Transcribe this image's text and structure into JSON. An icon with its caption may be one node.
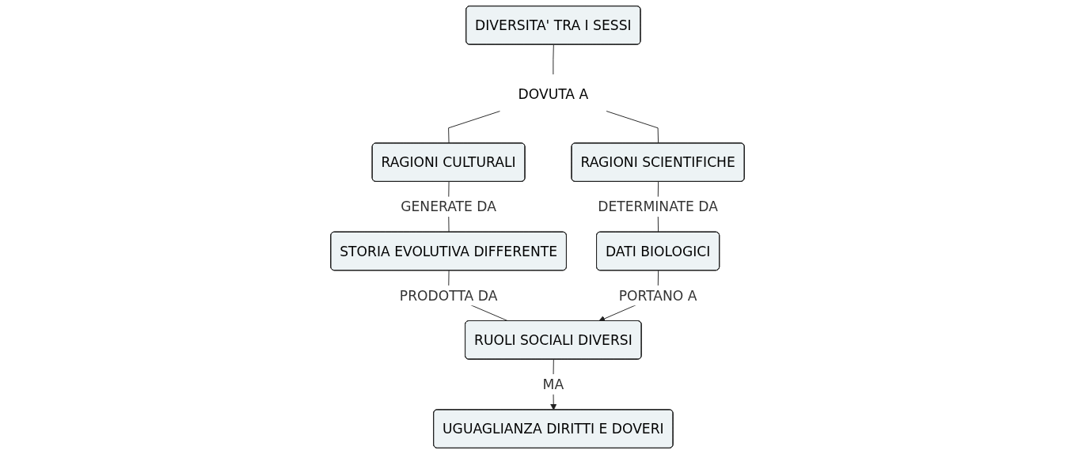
{
  "diagram": {
    "nodes": [
      {
        "text": [
          "DIVERSITA' TRA I SESSI"
        ]
      },
      {
        "text": [
          "DOVUTA A"
        ]
      },
      {
        "text": [
          "RAGIONI SCIENTIFICHE"
        ]
      },
      {
        "text": [
          "RAGIONI CULTURALI"
        ]
      },
      {
        "text": [
          "STORIA EVOLUTIVA DIFFERENTE"
        ]
      },
      {
        "text": [
          "DATI BIOLOGICI"
        ]
      },
      {
        "text": [
          "UGUAGLIANZA DIRITTI E DOVERI"
        ]
      },
      {
        "text": [
          "RUOLI SOCIALI DIVERSI"
        ]
      }
    ],
    "edges": [
      {
        "from": 0,
        "to": 1,
        "arrow": "none"
      },
      {
        "from": 1,
        "to": 2,
        "arrow": "none"
      },
      {
        "from": 1,
        "to": 3,
        "arrow": "none"
      },
      {
        "from": 2,
        "to": 5,
        "label": "DETERMINATE DA",
        "arrow": "none"
      },
      {
        "from": 3,
        "to": 4,
        "label": "GENERATE DA",
        "arrow": "none"
      },
      {
        "from": 4,
        "to": 7,
        "label": "PRODOTTA DA",
        "arrow": "none"
      },
      {
        "from": 5,
        "to": 7,
        "label": "PORTANO A",
        "arrow": "to"
      },
      {
        "from": 7,
        "to": 6,
        "label": "MA",
        "arrow": "to"
      }
    ]
  }
}
